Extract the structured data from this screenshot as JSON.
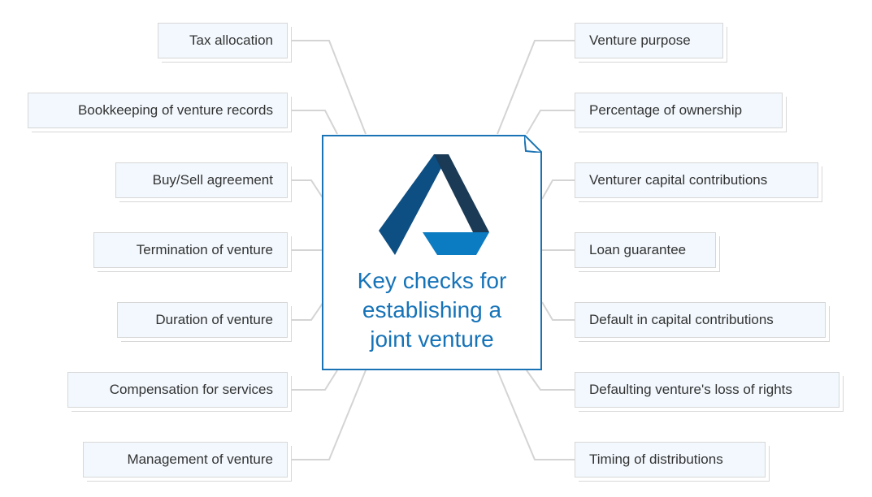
{
  "center": {
    "title": "Key checks for establishing a joint venture"
  },
  "left_items": [
    "Tax allocation",
    "Bookkeeping of venture records",
    "Buy/Sell agreement",
    "Termination of venture",
    "Duration of venture",
    "Compensation for services",
    "Management of venture"
  ],
  "right_items": [
    "Venture purpose",
    "Percentage of ownership",
    "Venturer capital contributions",
    "Loan guarantee",
    "Default in capital contributions",
    "Defaulting venture's loss of rights",
    "Timing of distributions"
  ],
  "colors": {
    "accent": "#1673b8",
    "node_fill": "#f2f8fd",
    "node_border": "#d7d7d7",
    "connector": "#d4d4d4",
    "logo_dark": "#1a3a55",
    "logo_mid": "#0d4e83",
    "logo_light": "#0b7bc2"
  }
}
